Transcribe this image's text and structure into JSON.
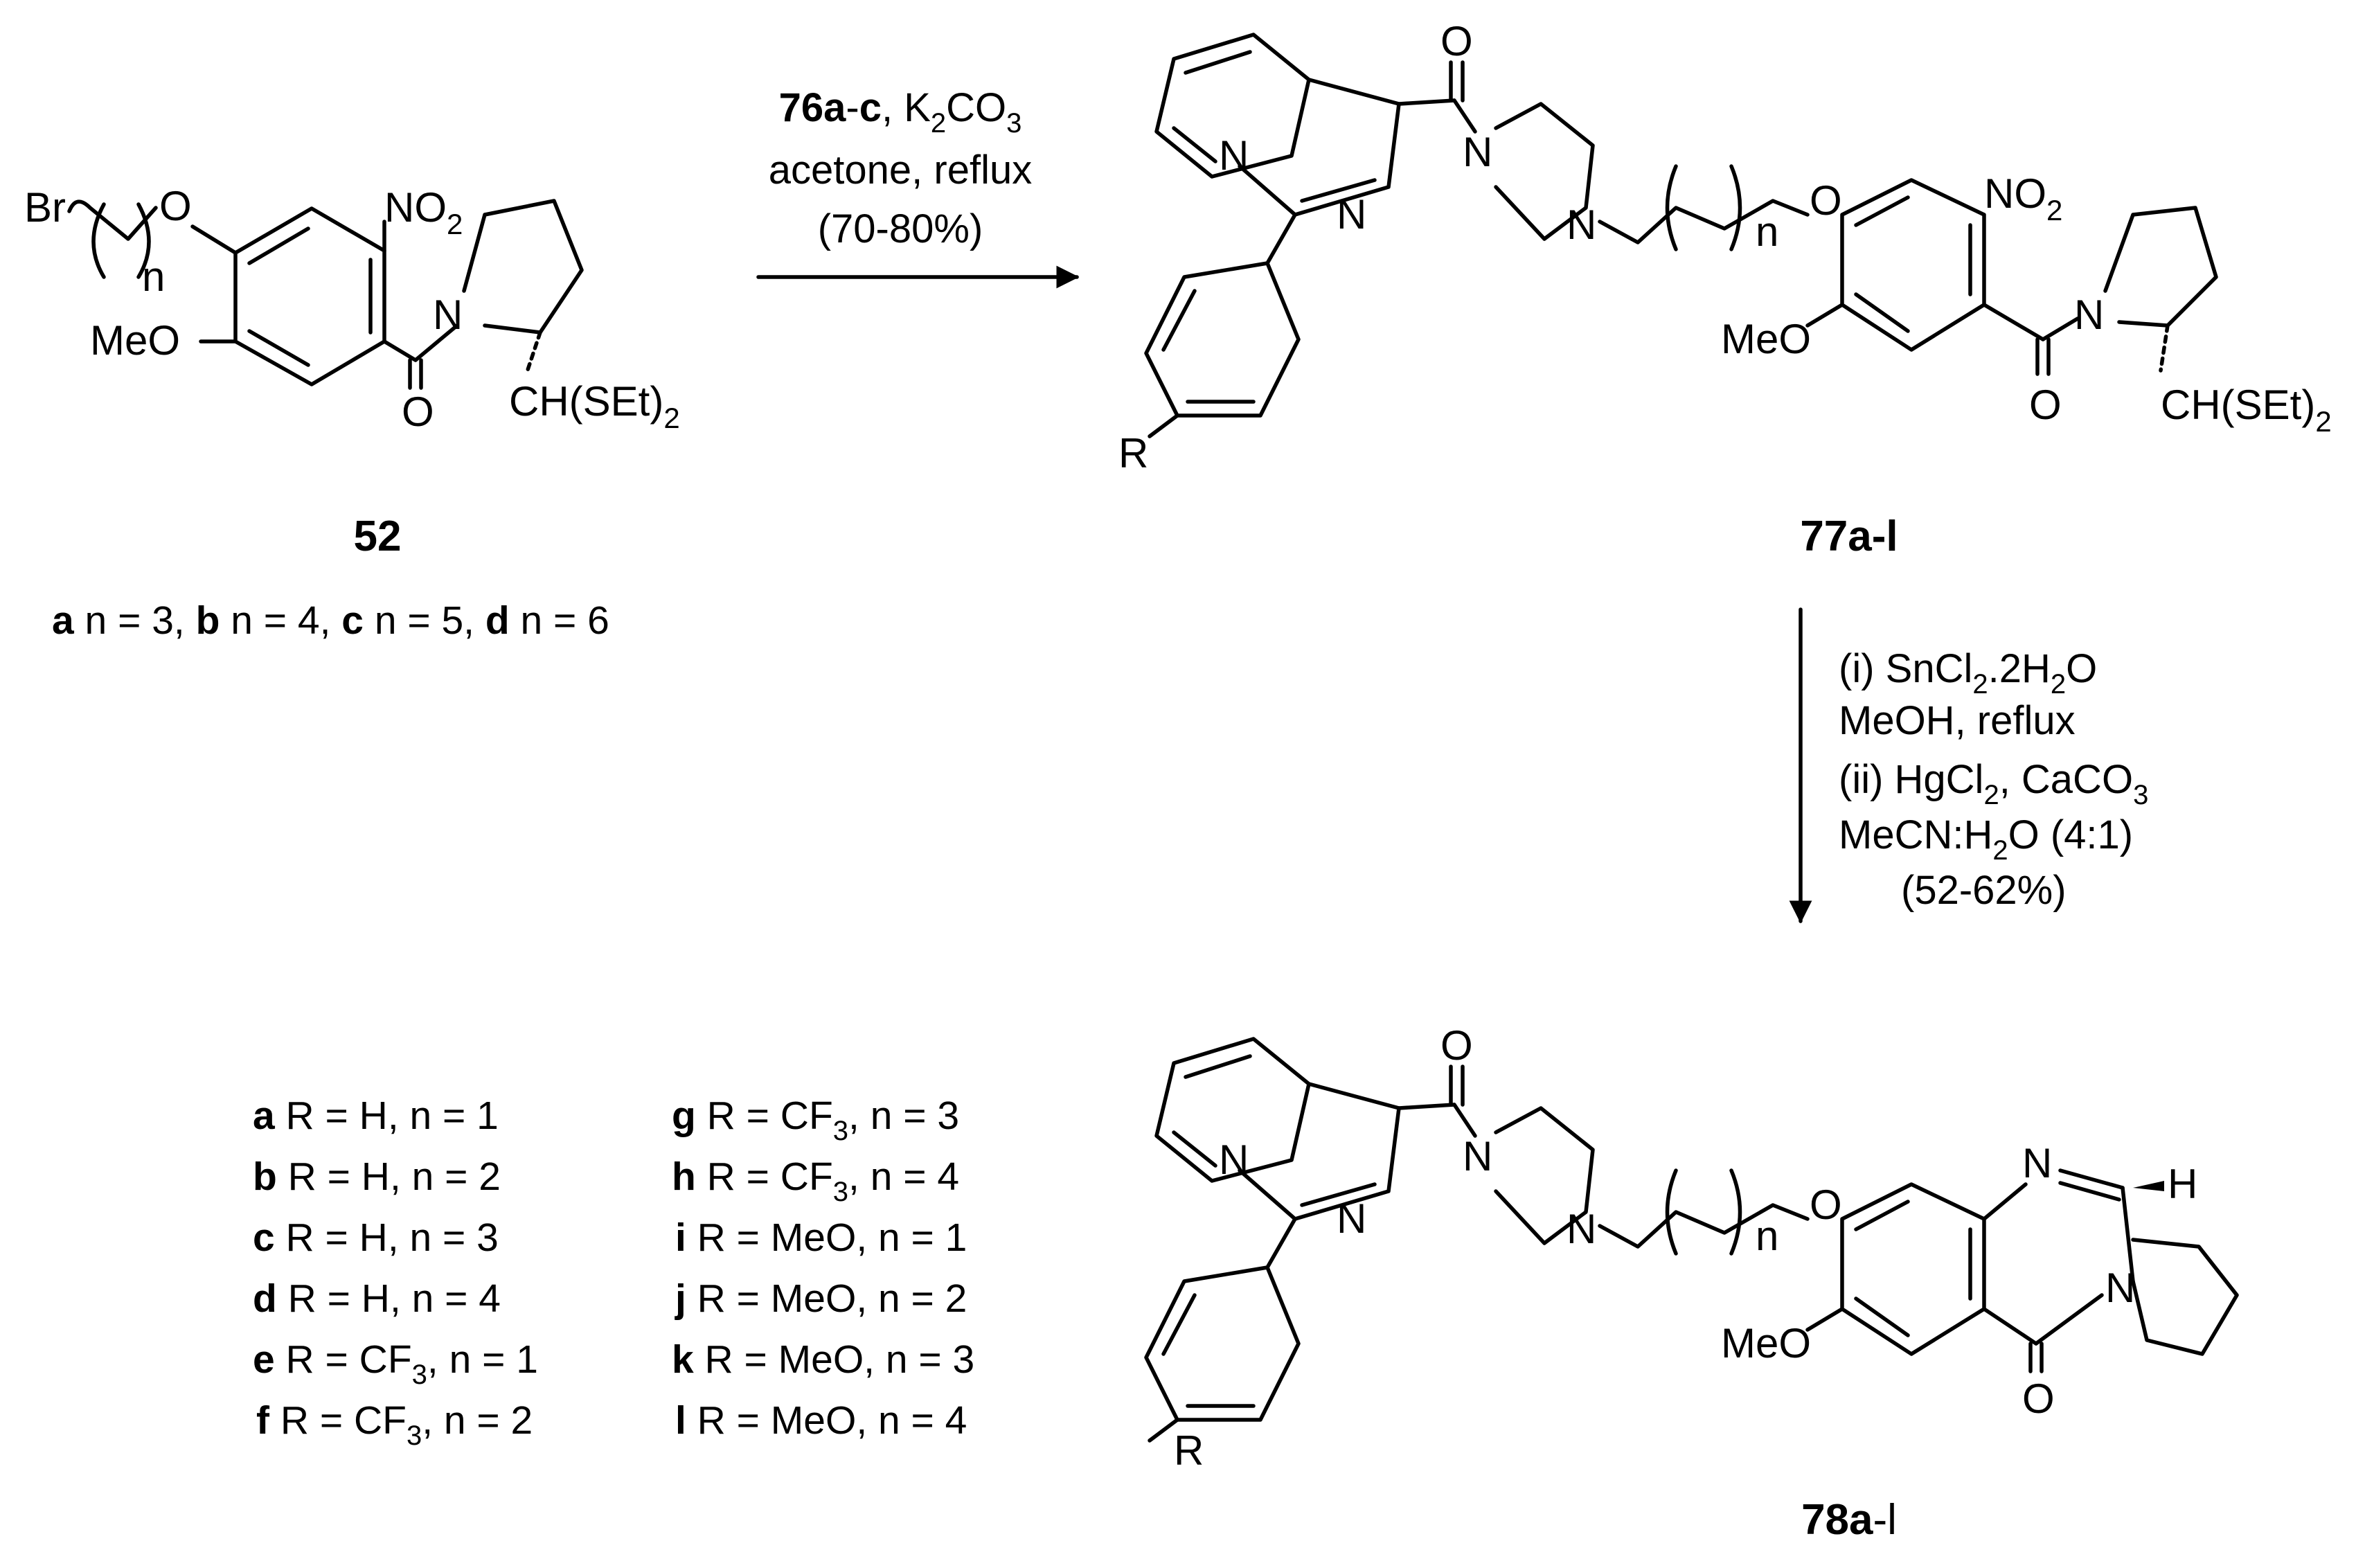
{
  "compounds": {
    "start": {
      "label": "52",
      "atoms": {
        "br": "Br",
        "o": "O",
        "n_sub": "n",
        "no2_n": "NO",
        "no2_sub": "2",
        "n": "N",
        "meo": "MeO",
        "o_carbonyl": "O",
        "ch": "CH(SEt)",
        "ch_sub": "2"
      },
      "variants": [
        {
          "letter": "a",
          "text": " n = 3, "
        },
        {
          "letter": "b",
          "text": " n = 4, "
        },
        {
          "letter": "c",
          "text": " n = 5, "
        },
        {
          "letter": "d",
          "text": " n = 6"
        }
      ]
    },
    "intermediate": {
      "label": "77a-l",
      "atoms": {
        "n_bridge": "N",
        "n_imid": "N",
        "o_top": "O",
        "n_pip1": "N",
        "n_pip2": "N",
        "n_sub": "n",
        "o_ether": "O",
        "no2_n": "NO",
        "no2_sub": "2",
        "n_pyr": "N",
        "meo": "MeO",
        "o_carbonyl": "O",
        "ch": "CH(SEt)",
        "ch_sub": "2",
        "r": "R"
      }
    },
    "product": {
      "label_bold": "78a",
      "label_rest": "-l",
      "atoms": {
        "n_bridge": "N",
        "n_imid": "N",
        "o_top": "O",
        "n_pip1": "N",
        "n_pip2": "N",
        "n_sub": "n",
        "o_ether": "O",
        "n_imine": "N",
        "h": "H",
        "n_pyr": "N",
        "meo": "MeO",
        "o_lactam": "O",
        "r": "R"
      }
    }
  },
  "reactions": {
    "step1": {
      "reagent_bold": "76a",
      "reagent_dash": "-",
      "reagent_c": "c",
      "reagent_rest": ", K",
      "k_sub": "2",
      "co": "CO",
      "co_sub": "3",
      "line2": "acetone, reflux",
      "line3": "(70-80%)"
    },
    "step2": {
      "l1_pre": "(i) SnCl",
      "l1_sub1": "2",
      "l1_mid": ".2H",
      "l1_sub2": "2",
      "l1_end": "O",
      "line2": "MeOH, reflux",
      "l3_pre": "(ii) HgCl",
      "l3_sub": "2",
      "l3_mid": ", CaCO",
      "l3_sub2": "3",
      "l4_pre": "MeCN:H",
      "l4_sub": "2",
      "l4_end": "O (4:1)",
      "line5": "(52-62%)"
    }
  },
  "substituents": {
    "left": [
      {
        "letter": "a",
        "pre": " R = H, n = 1",
        "sub": "",
        "post": ""
      },
      {
        "letter": "b",
        "pre": " R = H, n = 2",
        "sub": "",
        "post": ""
      },
      {
        "letter": "c",
        "pre": " R = H, n = 3",
        "sub": "",
        "post": ""
      },
      {
        "letter": "d",
        "pre": " R = H, n = 4",
        "sub": "",
        "post": ""
      },
      {
        "letter": "e",
        "pre": " R = CF",
        "sub": "3",
        "post": ", n = 1"
      },
      {
        "letter": "f",
        "pre": "  R = CF",
        "sub": "3",
        "post": ", n = 2"
      }
    ],
    "right": [
      {
        "letter": "g",
        "pre": " R = CF",
        "sub": "3",
        "post": ", n = 3"
      },
      {
        "letter": "h",
        "pre": " R = CF",
        "sub": "3",
        "post": ", n = 4"
      },
      {
        "letter": "i",
        "pre": "  R = MeO, n = 1",
        "sub": "",
        "post": ""
      },
      {
        "letter": "j",
        "pre": "  R = MeO, n = 2",
        "sub": "",
        "post": ""
      },
      {
        "letter": "k",
        "pre": " R = MeO, n = 3",
        "sub": "",
        "post": ""
      },
      {
        "letter": "l",
        "pre": "   R = MeO, n = 4",
        "sub": "",
        "post": ""
      }
    ]
  }
}
